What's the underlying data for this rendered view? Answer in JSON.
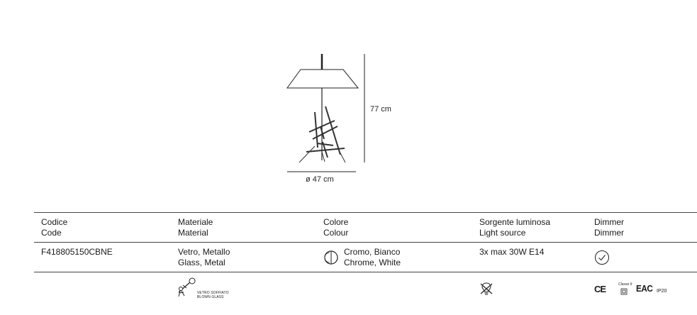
{
  "dimensions": {
    "height": "77 cm",
    "diameter": "ø 47 cm"
  },
  "table": {
    "headers": [
      {
        "it": "Codice",
        "en": "Code"
      },
      {
        "it": "Materiale",
        "en": "Material"
      },
      {
        "it": "Colore",
        "en": "Colour"
      },
      {
        "it": "Sorgente luminosa",
        "en": "Light source"
      },
      {
        "it": "Dimmer",
        "en": "Dimmer"
      }
    ],
    "row": {
      "code": "F418805150CBNE",
      "material_it": "Vetro, Metallo",
      "material_en": "Glass, Metal",
      "colour_it": "Cromo, Bianco",
      "colour_en": "Chrome, White",
      "light_source": "3x max 30W E14"
    }
  },
  "symbols": {
    "blown_glass_it": "VETRO SOFFIATO",
    "blown_glass_en": "BLOWN GLASS",
    "class_label": "Classe II",
    "ip": "IP20",
    "ce": "CE",
    "eac": "EAC"
  },
  "icons": [
    "blown-glass-icon",
    "no-bulb-icon",
    "color-swatch-icon",
    "dimmer-check-icon",
    "ce-mark-icon",
    "class-ii-icon",
    "eac-mark-icon"
  ]
}
